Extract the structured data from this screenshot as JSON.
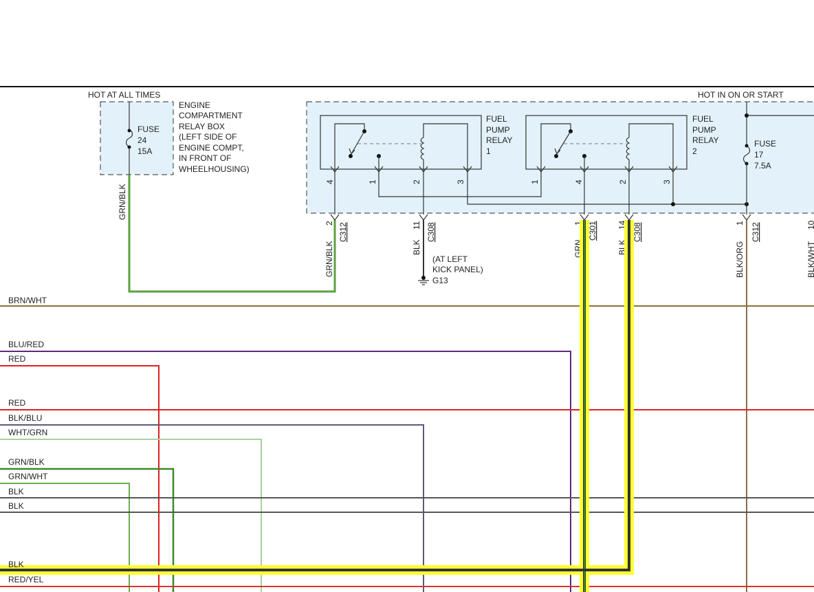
{
  "labels": {
    "hot_at_all_times": "HOT AT ALL TIMES",
    "hot_in_on_or_start": "HOT IN ON OR START",
    "fuse24": [
      "FUSE",
      "24",
      "15A"
    ],
    "fuse17": [
      "FUSE",
      "17",
      "7.5A"
    ],
    "relay_box": [
      "ENGINE",
      "COMPARTMENT",
      "RELAY BOX",
      "(LEFT SIDE OF",
      "ENGINE COMPT,",
      "IN FRONT OF",
      "WHEELHOUSING)"
    ],
    "relay1": [
      "FUEL",
      "PUMP",
      "RELAY",
      "1"
    ],
    "relay2": [
      "FUEL",
      "PUMP",
      "RELAY",
      "2"
    ],
    "ground": [
      "(AT LEFT",
      "KICK PANEL)",
      "G13"
    ],
    "relay1_pins": [
      "4",
      "1",
      "2",
      "3"
    ],
    "relay2_pins": [
      "1",
      "4",
      "2",
      "3"
    ]
  },
  "connectors": [
    {
      "wire": "GRN/BLK",
      "pin": "2",
      "connector": "C312"
    },
    {
      "wire": "BLK",
      "pin": "11",
      "connector": "C308"
    },
    {
      "wire": "GRN",
      "pin": "1",
      "connector": "C301"
    },
    {
      "wire": "BLK",
      "pin": "14",
      "connector": "C308"
    },
    {
      "wire": "BLK/ORG",
      "pin": "1",
      "connector": "C312"
    },
    {
      "wire": "BLK/WHT",
      "pin": "10",
      "connector": ""
    }
  ],
  "fuse24_wire": "GRN/BLK",
  "wires": [
    {
      "label": "BRN/WHT",
      "color": "#8a7430"
    },
    {
      "label": "BLU/RED",
      "color": "#5a2a7a"
    },
    {
      "label": "RED",
      "color": "#e02020"
    },
    {
      "label": "RED",
      "color": "#e02020"
    },
    {
      "label": "BLK/BLU",
      "color": "#5a5a7a"
    },
    {
      "label": "WHT/GRN",
      "color": "#a8d0a0"
    },
    {
      "label": "GRN/BLK",
      "color": "#3a8a2a"
    },
    {
      "label": "GRN/WHT",
      "color": "#6ab04a"
    },
    {
      "label": "BLK",
      "color": "#555555"
    },
    {
      "label": "BLK",
      "color": "#555555"
    },
    {
      "label": "BLK",
      "color": "#333333"
    },
    {
      "label": "RED/YEL",
      "color": "#e03030"
    }
  ],
  "colors": {
    "relay_fill": "#e3f2fa",
    "highlight": "#ffff33",
    "dark_wire": "#333333",
    "green": "#5aa040",
    "brown": "#8a6a4a"
  }
}
